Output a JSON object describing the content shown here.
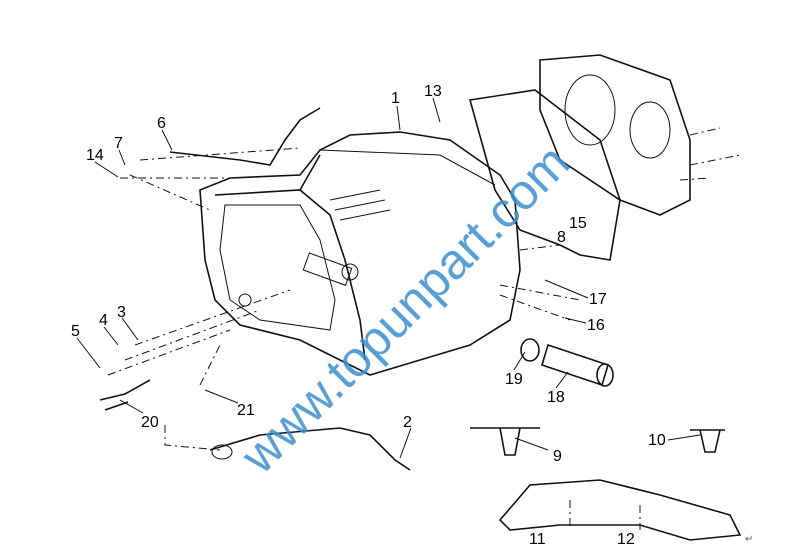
{
  "diagram": {
    "title": "Flywheel housing / rear cover exploded parts diagram",
    "watermark": "www.topunpart.com",
    "callouts": [
      {
        "id": "1",
        "label": "1"
      },
      {
        "id": "2",
        "label": "2"
      },
      {
        "id": "3",
        "label": "3"
      },
      {
        "id": "4",
        "label": "4"
      },
      {
        "id": "5",
        "label": "5"
      },
      {
        "id": "6",
        "label": "6"
      },
      {
        "id": "7",
        "label": "7"
      },
      {
        "id": "8",
        "label": "8"
      },
      {
        "id": "9",
        "label": "9"
      },
      {
        "id": "10",
        "label": "10"
      },
      {
        "id": "11",
        "label": "11"
      },
      {
        "id": "12",
        "label": "12"
      },
      {
        "id": "13",
        "label": "13"
      },
      {
        "id": "14",
        "label": "14"
      },
      {
        "id": "15",
        "label": "15"
      },
      {
        "id": "16",
        "label": "16"
      },
      {
        "id": "17",
        "label": "17"
      },
      {
        "id": "18",
        "label": "18"
      },
      {
        "id": "19",
        "label": "19"
      },
      {
        "id": "20",
        "label": "20"
      },
      {
        "id": "21",
        "label": "21"
      }
    ],
    "return_mark": "↵"
  }
}
